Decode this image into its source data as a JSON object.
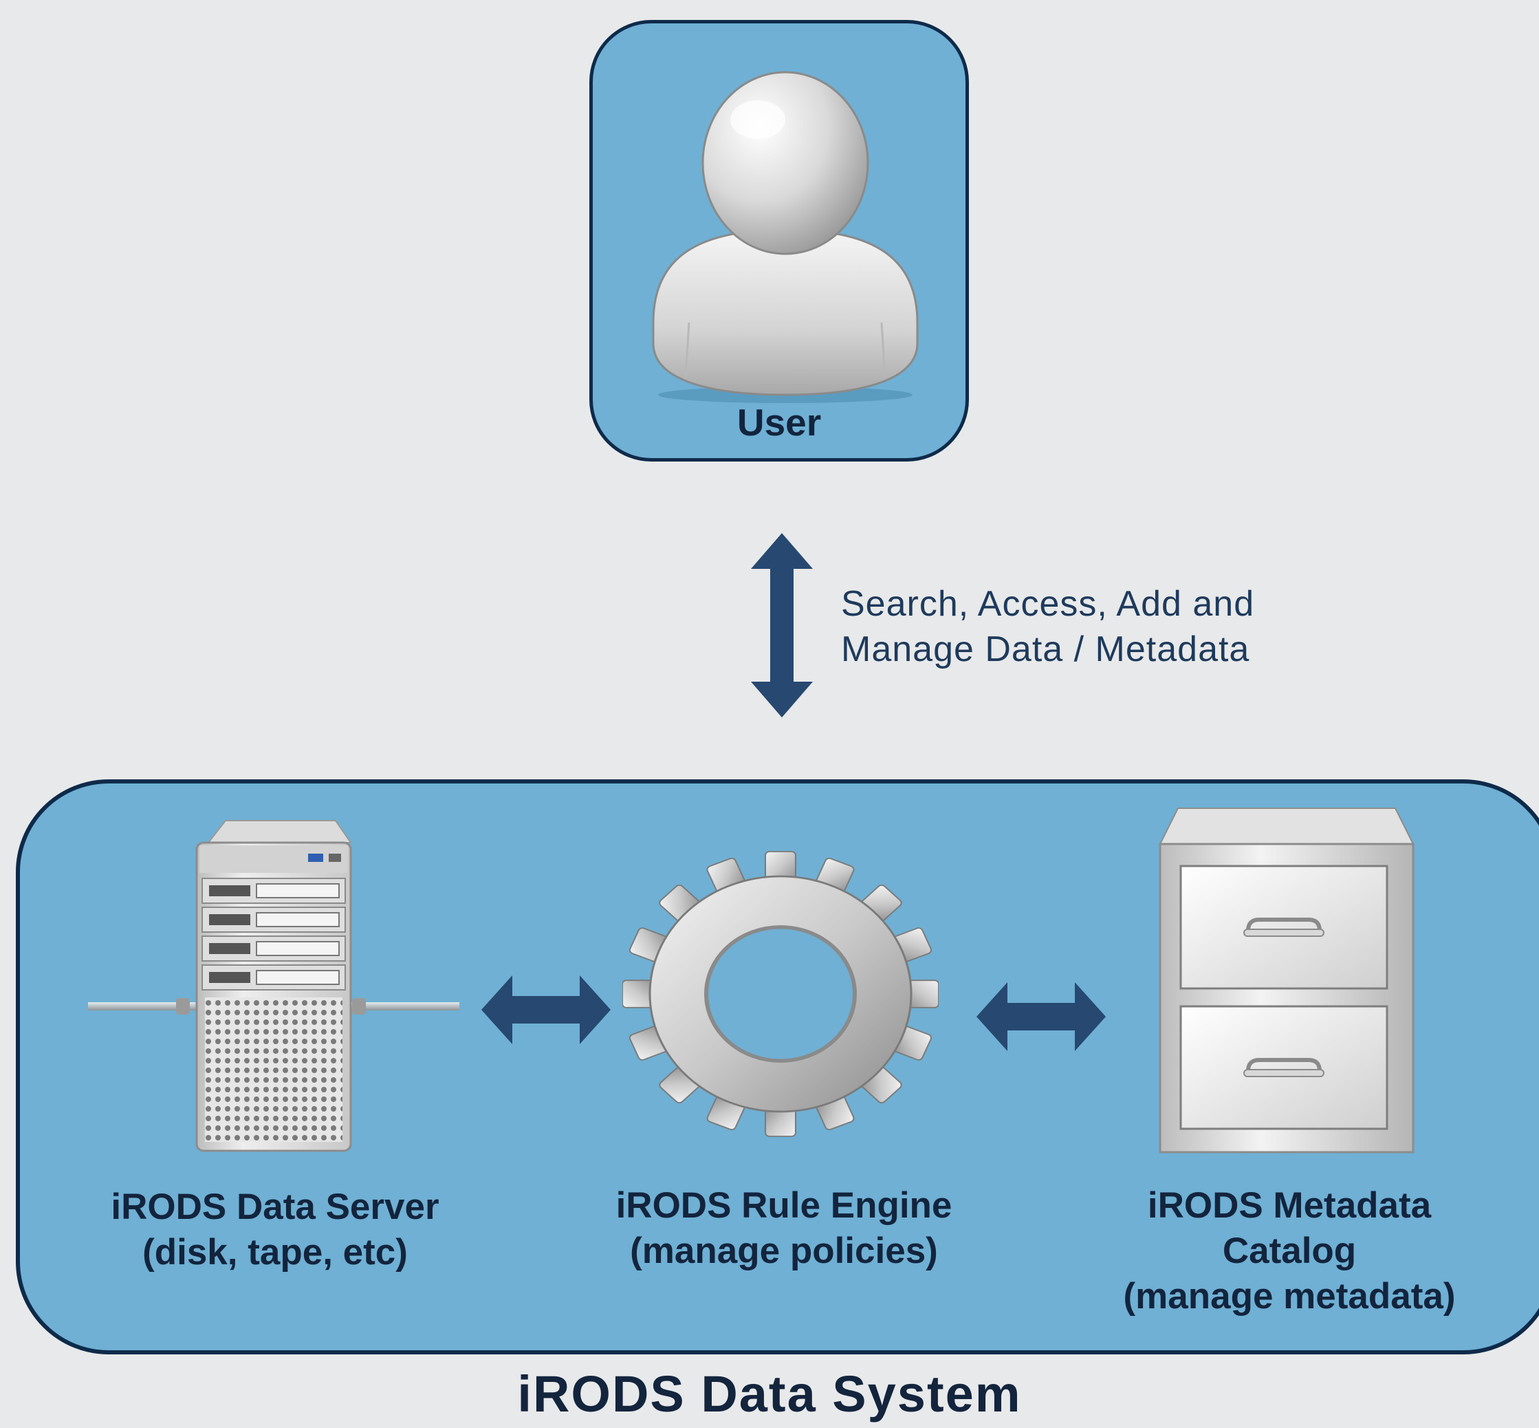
{
  "colors": {
    "background": "#e8e9ea",
    "box_fill": "#6fb0d4",
    "box_border": "#0e2a4a",
    "arrow": "#274870",
    "text": "#13243d"
  },
  "user": {
    "label": "User",
    "icon": "user-icon"
  },
  "connection": {
    "line1": "Search, Access, Add and",
    "line2": "Manage Data / Metadata"
  },
  "system": {
    "title": "iRODS Data System",
    "components": [
      {
        "icon": "server-icon",
        "line1": "iRODS Data Server",
        "line2": "(disk, tape, etc)"
      },
      {
        "icon": "gear-icon",
        "line1": "iRODS Rule Engine",
        "line2": "(manage policies)"
      },
      {
        "icon": "file-cabinet-icon",
        "line1": "iRODS Metadata",
        "line2": "Catalog",
        "line3": "(manage metadata)"
      }
    ]
  }
}
